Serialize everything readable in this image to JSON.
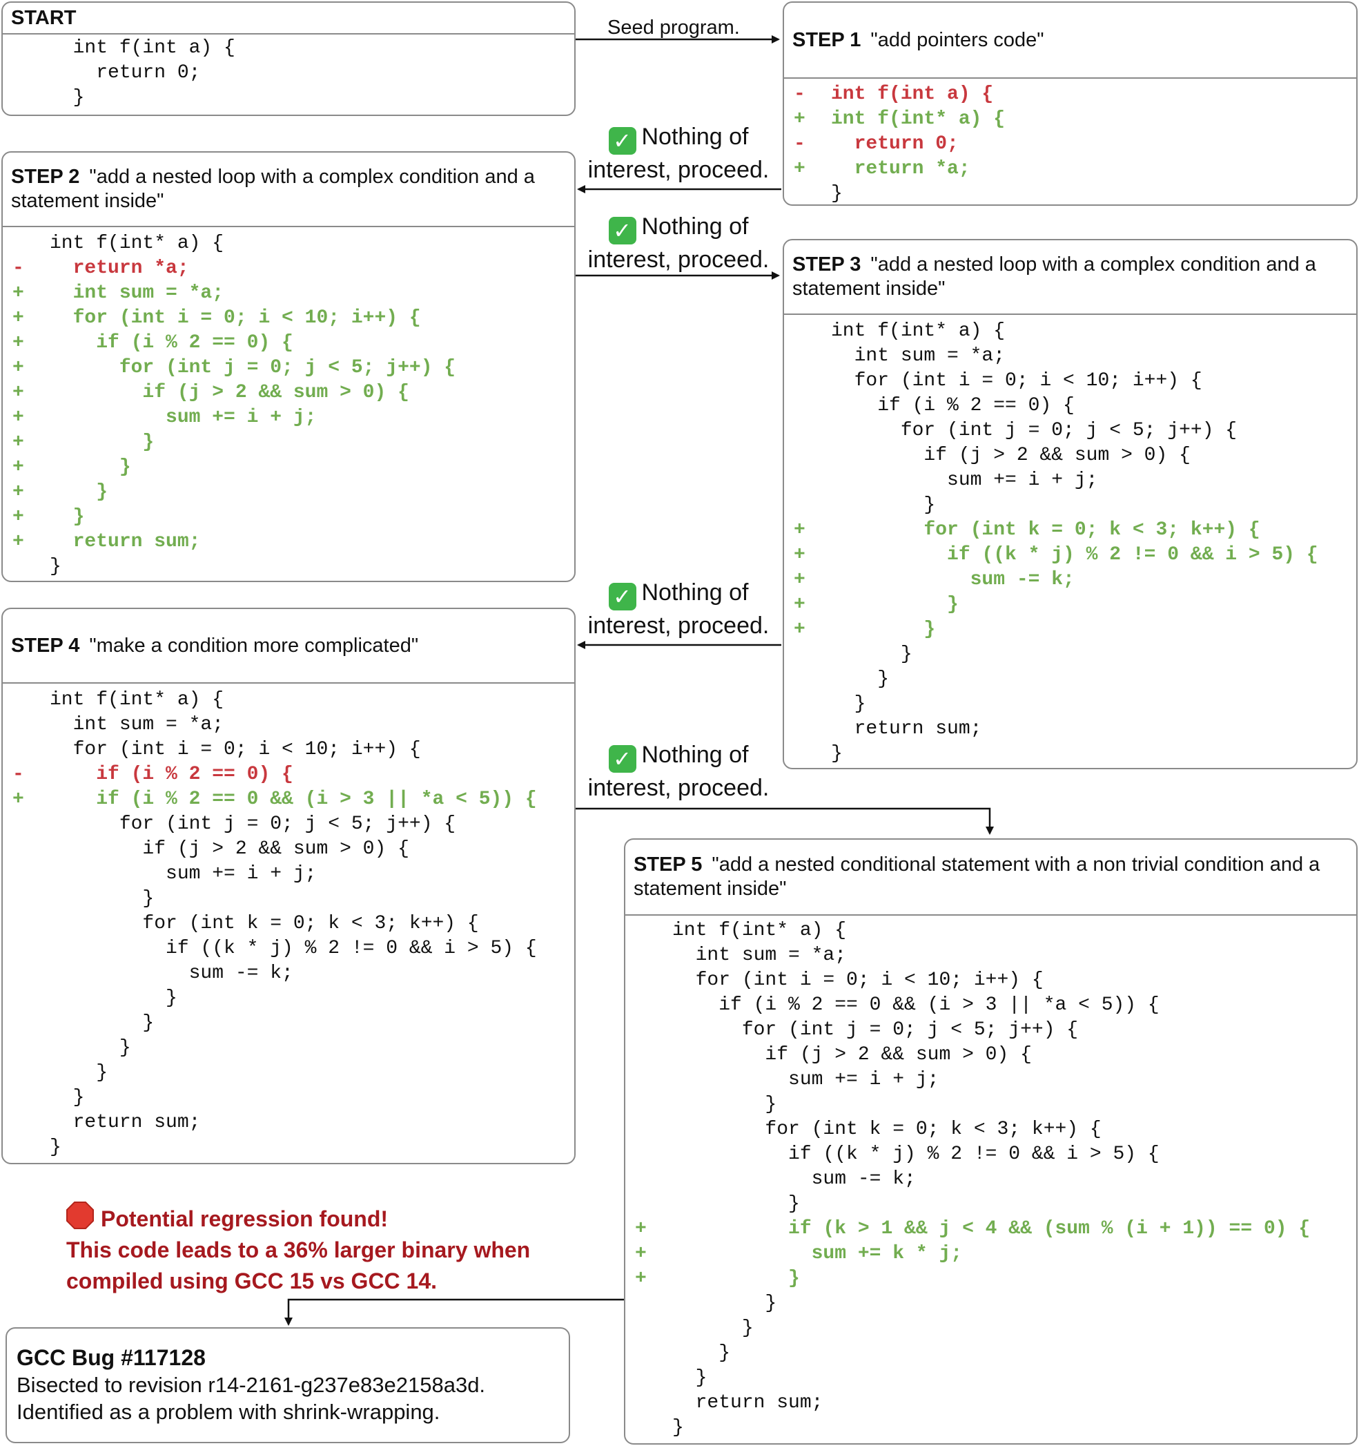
{
  "start": {
    "label": "START",
    "code": [
      {
        "t": "  int f(int a) {"
      },
      {
        "t": "    return 0;"
      },
      {
        "t": "  }"
      }
    ]
  },
  "step1": {
    "label": "STEP 1",
    "desc": "\"add pointers code\"",
    "code": [
      {
        "m": "-",
        "t": "int f(int a) {",
        "k": "del"
      },
      {
        "m": "+",
        "t": "int f(int* a) {",
        "k": "add"
      },
      {
        "m": "-",
        "t": "  return 0;",
        "k": "del"
      },
      {
        "m": "+",
        "t": "  return *a;",
        "k": "add"
      },
      {
        "t": "}"
      }
    ]
  },
  "step2": {
    "label": "STEP 2",
    "desc": "\"add a nested loop with a complex condition and a statement inside\"",
    "code": [
      {
        "t": "int f(int* a) {"
      },
      {
        "m": "-",
        "t": "  return *a;",
        "k": "del"
      },
      {
        "m": "+",
        "t": "  int sum = *a;",
        "k": "add"
      },
      {
        "m": "+",
        "t": "  for (int i = 0; i < 10; i++) {",
        "k": "add"
      },
      {
        "m": "+",
        "t": "    if (i % 2 == 0) {",
        "k": "add"
      },
      {
        "m": "+",
        "t": "      for (int j = 0; j < 5; j++) {",
        "k": "add"
      },
      {
        "m": "+",
        "t": "        if (j > 2 && sum > 0) {",
        "k": "add"
      },
      {
        "m": "+",
        "t": "          sum += i + j;",
        "k": "add"
      },
      {
        "m": "+",
        "t": "        }",
        "k": "add"
      },
      {
        "m": "+",
        "t": "      }",
        "k": "add"
      },
      {
        "m": "+",
        "t": "    }",
        "k": "add"
      },
      {
        "m": "+",
        "t": "  }",
        "k": "add"
      },
      {
        "m": "+",
        "t": "  return sum;",
        "k": "add"
      },
      {
        "t": "}"
      }
    ]
  },
  "step3": {
    "label": "STEP 3",
    "desc": "\"add a nested loop with a complex condition and a statement inside\"",
    "code": [
      {
        "t": "int f(int* a) {"
      },
      {
        "t": "  int sum = *a;"
      },
      {
        "t": "  for (int i = 0; i < 10; i++) {"
      },
      {
        "t": "    if (i % 2 == 0) {"
      },
      {
        "t": "      for (int j = 0; j < 5; j++) {"
      },
      {
        "t": "        if (j > 2 && sum > 0) {"
      },
      {
        "t": "          sum += i + j;"
      },
      {
        "t": "        }"
      },
      {
        "m": "+",
        "t": "        for (int k = 0; k < 3; k++) {",
        "k": "add"
      },
      {
        "m": "+",
        "t": "          if ((k * j) % 2 != 0 && i > 5) {",
        "k": "add"
      },
      {
        "m": "+",
        "t": "            sum -= k;",
        "k": "add"
      },
      {
        "m": "+",
        "t": "          }",
        "k": "add"
      },
      {
        "m": "+",
        "t": "        }",
        "k": "add"
      },
      {
        "t": "      }"
      },
      {
        "t": "    }"
      },
      {
        "t": "  }"
      },
      {
        "t": "  return sum;"
      },
      {
        "t": "}"
      }
    ]
  },
  "step4": {
    "label": "STEP 4",
    "desc": "\"make a condition more complicated\"",
    "code": [
      {
        "t": "int f(int* a) {"
      },
      {
        "t": "  int sum = *a;"
      },
      {
        "t": "  for (int i = 0; i < 10; i++) {"
      },
      {
        "m": "-",
        "t": "    if (i % 2 == 0) {",
        "k": "del"
      },
      {
        "m": "+",
        "t": "    if (i % 2 == 0 && (i > 3 || *a < 5)) {",
        "k": "add"
      },
      {
        "t": "      for (int j = 0; j < 5; j++) {"
      },
      {
        "t": "        if (j > 2 && sum > 0) {"
      },
      {
        "t": "          sum += i + j;"
      },
      {
        "t": "        }"
      },
      {
        "t": "        for (int k = 0; k < 3; k++) {"
      },
      {
        "t": "          if ((k * j) % 2 != 0 && i > 5) {"
      },
      {
        "t": "            sum -= k;"
      },
      {
        "t": "          }"
      },
      {
        "t": "        }"
      },
      {
        "t": "      }"
      },
      {
        "t": "    }"
      },
      {
        "t": "  }"
      },
      {
        "t": "  return sum;"
      },
      {
        "t": "}"
      }
    ]
  },
  "step5": {
    "label": "STEP 5",
    "desc": "\"add a nested conditional statement with a non trivial condition and a statement inside\"",
    "code": [
      {
        "t": "int f(int* a) {"
      },
      {
        "t": "  int sum = *a;"
      },
      {
        "t": "  for (int i = 0; i < 10; i++) {"
      },
      {
        "t": "    if (i % 2 == 0 && (i > 3 || *a < 5)) {"
      },
      {
        "t": "      for (int j = 0; j < 5; j++) {"
      },
      {
        "t": "        if (j > 2 && sum > 0) {"
      },
      {
        "t": "          sum += i + j;"
      },
      {
        "t": "        }"
      },
      {
        "t": "        for (int k = 0; k < 3; k++) {"
      },
      {
        "t": "          if ((k * j) % 2 != 0 && i > 5) {"
      },
      {
        "t": "            sum -= k;"
      },
      {
        "t": "          }"
      },
      {
        "m": "+",
        "t": "          if (k > 1 && j < 4 && (sum % (i + 1)) == 0) {",
        "k": "add"
      },
      {
        "m": "+",
        "t": "            sum += k * j;",
        "k": "add"
      },
      {
        "m": "+",
        "t": "          }",
        "k": "add"
      },
      {
        "t": "        }"
      },
      {
        "t": "      }"
      },
      {
        "t": "    }"
      },
      {
        "t": "  }"
      },
      {
        "t": "  return sum;"
      },
      {
        "t": "}"
      }
    ]
  },
  "edges": {
    "seed": "Seed program.",
    "proceed_line1": "Nothing of",
    "proceed_line2": "interest, proceed.",
    "check_icon": "check-icon"
  },
  "regression": {
    "icon": "stop-sign-icon",
    "headline": "Potential regression found!",
    "line1": "This code leads to a 36% larger binary when",
    "line2": "compiled using GCC 15 vs GCC 14."
  },
  "bug": {
    "title": "GCC Bug #117128",
    "line1": "Bisected to revision r14-2161-g237e83e2158a3d.",
    "line2": "Identified as a problem with shrink-wrapping."
  },
  "colors": {
    "added": "#72ad50",
    "removed": "#c8383e",
    "regression": "#a6191f",
    "border": "#8a8a8a"
  }
}
